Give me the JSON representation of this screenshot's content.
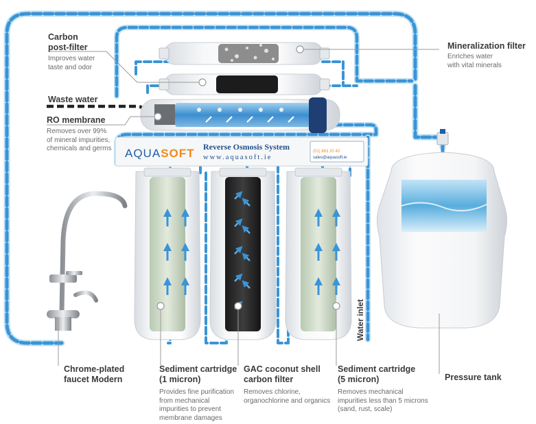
{
  "labels": {
    "carbon_post_filter": {
      "title_line1": "Carbon",
      "title_line2": "post-filter",
      "desc_line1": "Improves water",
      "desc_line2": "taste and odor"
    },
    "mineralization_filter": {
      "title": "Mineralization filter",
      "desc_line1": "Enriches water",
      "desc_line2": "with vital minerals"
    },
    "waste_water": {
      "title": "Waste water"
    },
    "ro_membrane": {
      "title": "RO membrane",
      "desc_line1": "Removes over 99%",
      "desc_line2": "of mineral impurities,",
      "desc_line3": "chemicals and germs"
    },
    "water_inlet": {
      "title": "Water inlet"
    },
    "faucet": {
      "title_line1": "Chrome-plated",
      "title_line2": "faucet Modern"
    },
    "sediment_1": {
      "title_line1": "Sediment cartridge",
      "title_line2": "(1 micron)",
      "desc_line1": "Provides fine purification",
      "desc_line2": "from mechanical",
      "desc_line3": "impurities to prevent",
      "desc_line4": "membrane damages"
    },
    "gac": {
      "title_line1": "GAC coconut shell",
      "title_line2": "carbon filter",
      "desc_line1": "Removes chlorine,",
      "desc_line2": "organochlorine and organics"
    },
    "sediment_5": {
      "title_line1": "Sediment cartridge",
      "title_line2": "(5 micron)",
      "desc_line1": "Removes mechanical",
      "desc_line2": "impurities less than 5 microns",
      "desc_line3": "(sand, rust, scale)"
    },
    "pressure_tank": {
      "title": "Pressure tank"
    }
  },
  "unit_panel": {
    "logo_left": "AQUA",
    "logo_right": "SOFT",
    "system_title": "Reverse Osmosis System",
    "website": "www.aquasoft.ie",
    "phone": "(01) 863 20 40",
    "email": "sales@aquasoft.ie"
  },
  "colors": {
    "flow_line": "#3a94d6",
    "waste_line": "#222222",
    "leader_line": "#9a9a9a",
    "accent_blue": "#1f5faa",
    "accent_orange": "#f08a1c"
  }
}
